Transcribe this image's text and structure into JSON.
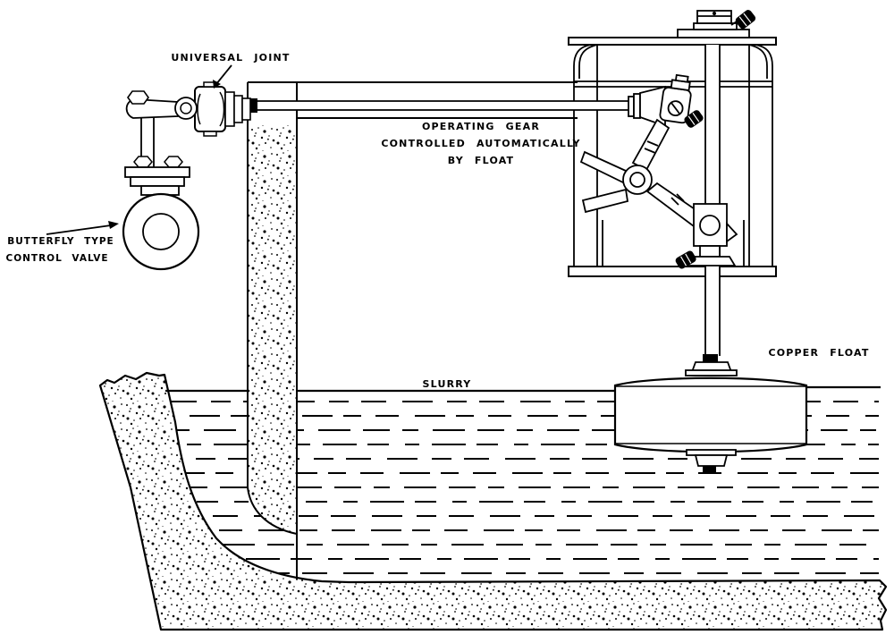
{
  "diagram": {
    "type": "engineering-line-drawing",
    "subject": "Float-operated butterfly control valve over slurry tank",
    "colors": {
      "line": "#000000",
      "background": "#ffffff"
    }
  },
  "labels": {
    "universal_joint": "UNIVERSAL JOINT",
    "operating_gear_line1": "OPERATING GEAR",
    "operating_gear_line2": "CONTROLLED AUTOMATICALLY",
    "operating_gear_line3": "BY FLOAT",
    "butterfly_line1": "BUTTERFLY TYPE",
    "butterfly_line2": "CONTROL VALVE",
    "slurry": "SLURRY",
    "copper_float": "COPPER FLOAT"
  }
}
